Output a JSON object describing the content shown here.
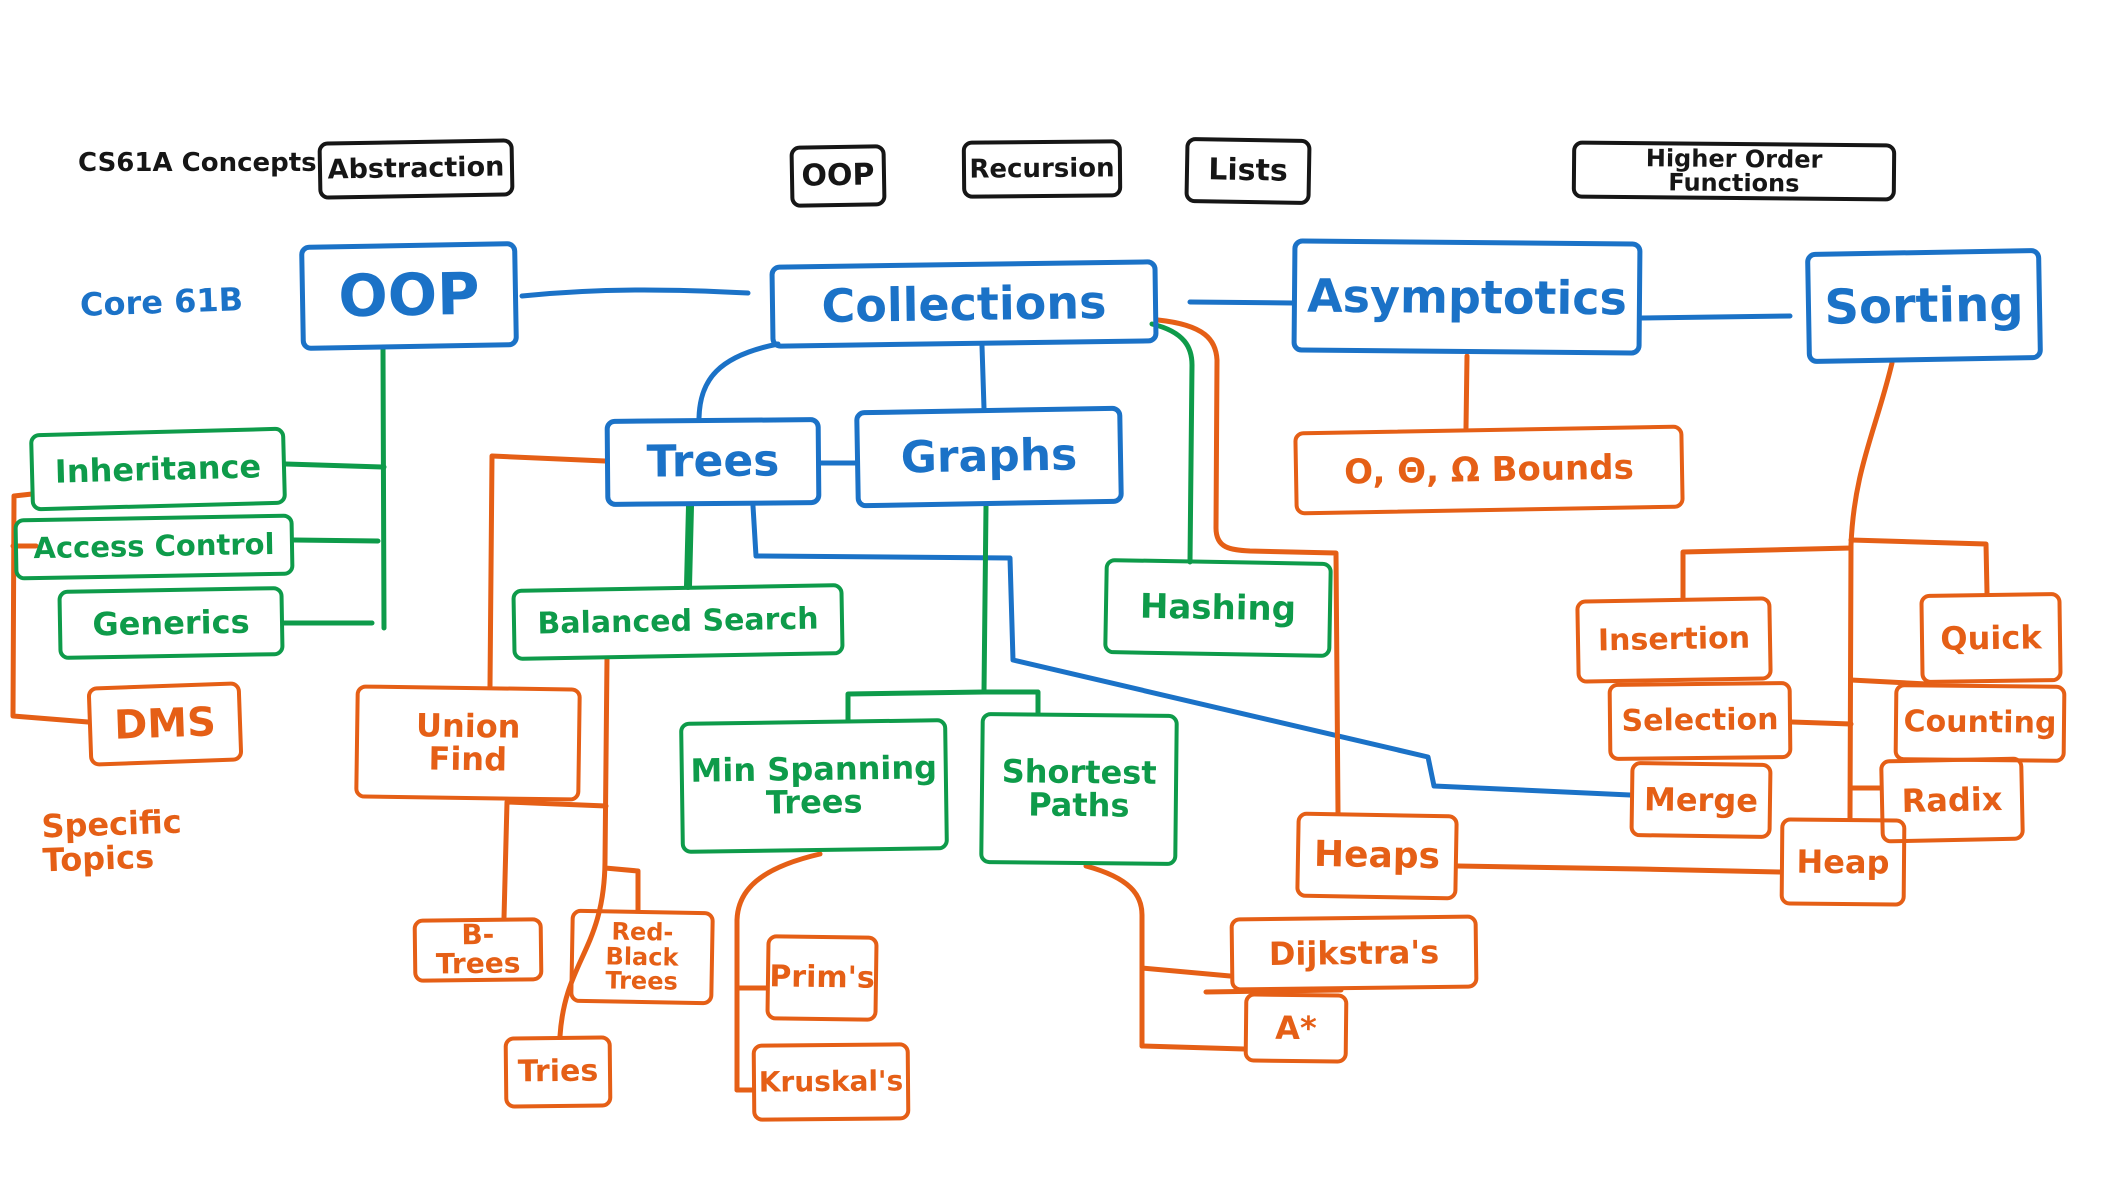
{
  "page": {
    "cs61a_label": "CS61A Concepts",
    "core_label": "Core 61B",
    "specific_label": "Specific\nTopics"
  },
  "colors": {
    "blue": "#1b72c7",
    "green": "#0e9b4a",
    "orange": "#e55f16",
    "black": "#161616"
  },
  "nodes": {
    "abstraction": {
      "label": "Abstraction"
    },
    "oop_61a": {
      "label": "OOP"
    },
    "recursion": {
      "label": "Recursion"
    },
    "lists": {
      "label": "Lists"
    },
    "hof": {
      "label": "Higher Order Functions"
    },
    "oop_core": {
      "label": "OOP"
    },
    "collections": {
      "label": "Collections"
    },
    "asymptotics": {
      "label": "Asymptotics"
    },
    "sorting": {
      "label": "Sorting"
    },
    "trees": {
      "label": "Trees"
    },
    "graphs": {
      "label": "Graphs"
    },
    "inheritance": {
      "label": "Inheritance"
    },
    "access_control": {
      "label": "Access Control"
    },
    "generics": {
      "label": "Generics"
    },
    "dms": {
      "label": "DMS"
    },
    "union_find": {
      "label": "Union\nFind"
    },
    "balanced_search": {
      "label": "Balanced Search"
    },
    "hashing": {
      "label": "Hashing"
    },
    "bounds": {
      "label": "O, Θ, Ω Bounds"
    },
    "min_spanning_trees": {
      "label": "Min Spanning\nTrees"
    },
    "shortest_paths": {
      "label": "Shortest\nPaths"
    },
    "heaps": {
      "label": "Heaps"
    },
    "insertion": {
      "label": "Insertion"
    },
    "selection": {
      "label": "Selection"
    },
    "merge": {
      "label": "Merge"
    },
    "quick": {
      "label": "Quick"
    },
    "counting": {
      "label": "Counting"
    },
    "radix": {
      "label": "Radix"
    },
    "heap": {
      "label": "Heap"
    },
    "b_trees": {
      "label": "B-Trees"
    },
    "red_black_trees": {
      "label": "Red-Black\nTrees"
    },
    "tries": {
      "label": "Tries"
    },
    "prims": {
      "label": "Prim's"
    },
    "kruskals": {
      "label": "Kruskal's"
    },
    "dijkstras": {
      "label": "Dijkstra's"
    },
    "a_star": {
      "label": "A*"
    }
  }
}
